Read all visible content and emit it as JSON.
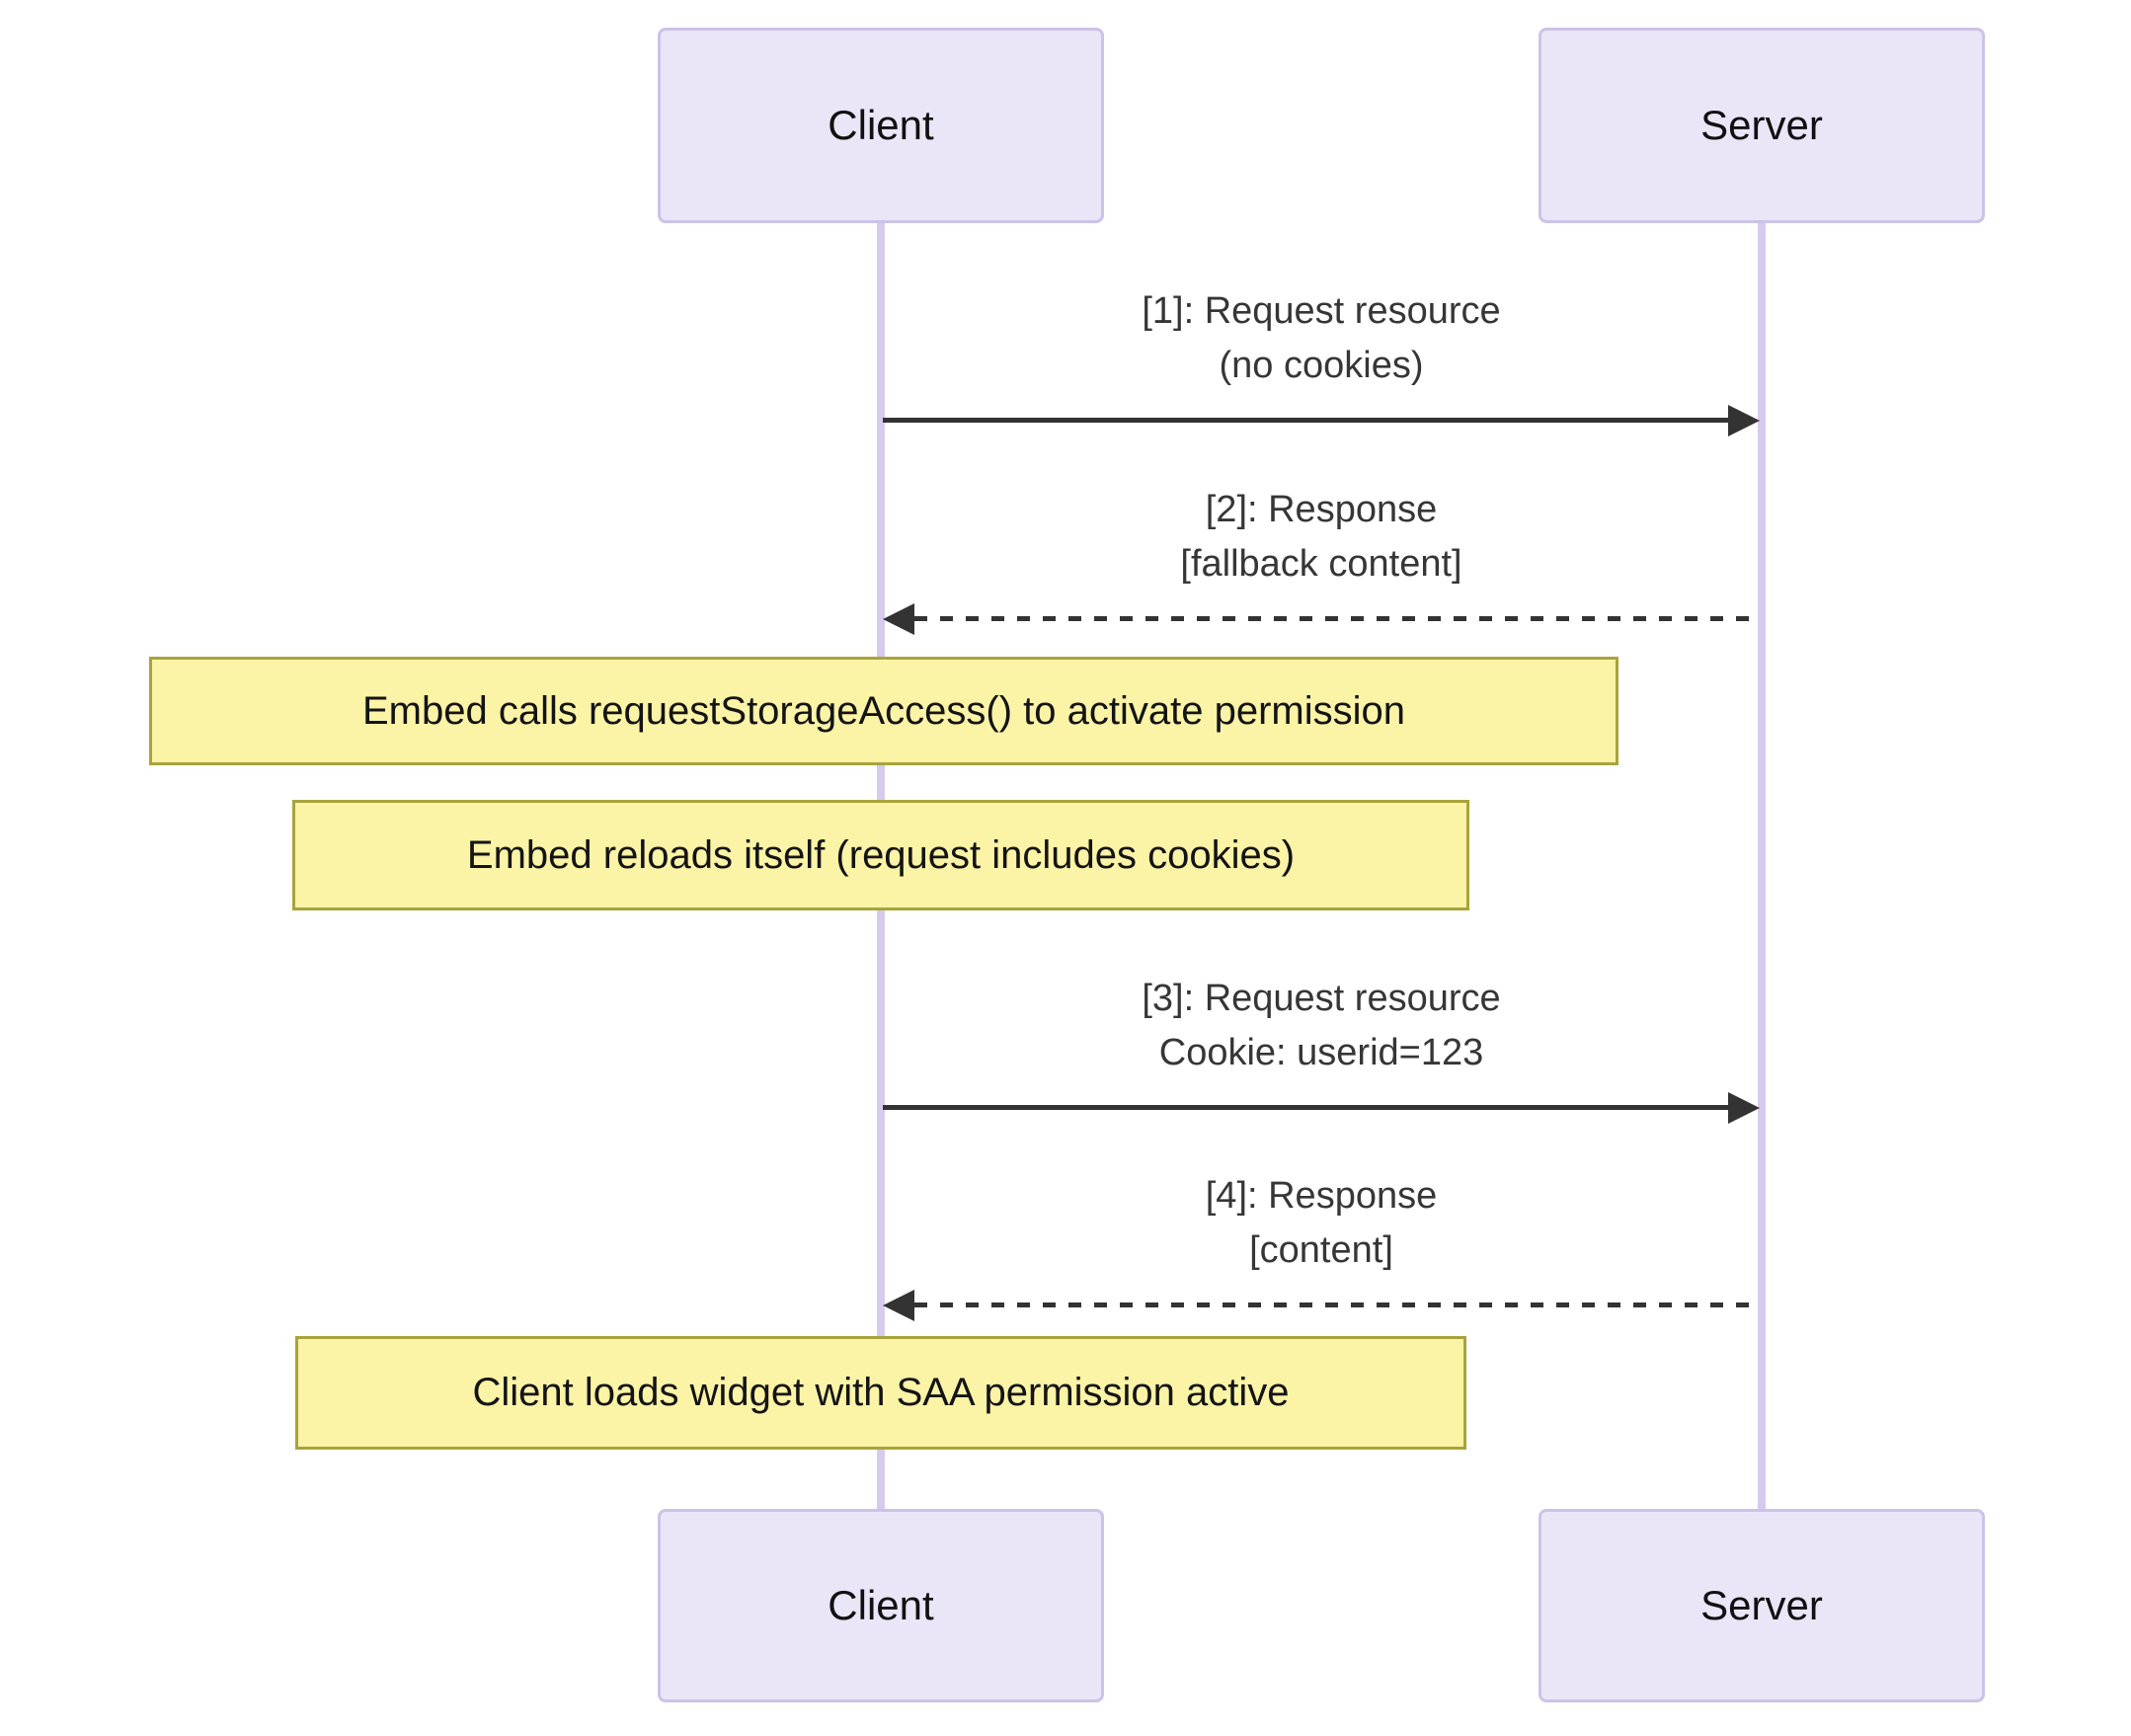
{
  "diagram": {
    "type": "sequence-diagram",
    "actors": [
      {
        "id": "client",
        "label": "Client"
      },
      {
        "id": "server",
        "label": "Server"
      }
    ],
    "messages": [
      {
        "id": 1,
        "from": "Client",
        "to": "Server",
        "line_style": "solid",
        "lines": [
          "[1]: Request resource",
          "(no cookies)"
        ]
      },
      {
        "id": 2,
        "from": "Server",
        "to": "Client",
        "line_style": "dashed",
        "lines": [
          "[2]: Response",
          "[fallback content]"
        ]
      },
      {
        "id": 3,
        "from": "Client",
        "to": "Server",
        "line_style": "solid",
        "lines": [
          "[3]: Request resource",
          "Cookie: userid=123"
        ]
      },
      {
        "id": 4,
        "from": "Server",
        "to": "Client",
        "line_style": "dashed",
        "lines": [
          "[4]: Response",
          "[content]"
        ]
      }
    ],
    "notes": [
      {
        "over": "Client",
        "text": "Embed calls requestStorageAccess() to activate permission"
      },
      {
        "over": "Client",
        "text": "Embed reloads itself (request includes cookies)"
      },
      {
        "over": "Client",
        "text": "Client loads widget with SAA permission active"
      }
    ],
    "colors": {
      "actor_fill": "#EAE6F8",
      "actor_border": "#CDC2E8",
      "lifeline": "#D7CAEF",
      "note_fill": "#FBF3A6",
      "note_border": "#A9A33D",
      "arrow": "#333333",
      "text": "#1F1F1F"
    }
  }
}
